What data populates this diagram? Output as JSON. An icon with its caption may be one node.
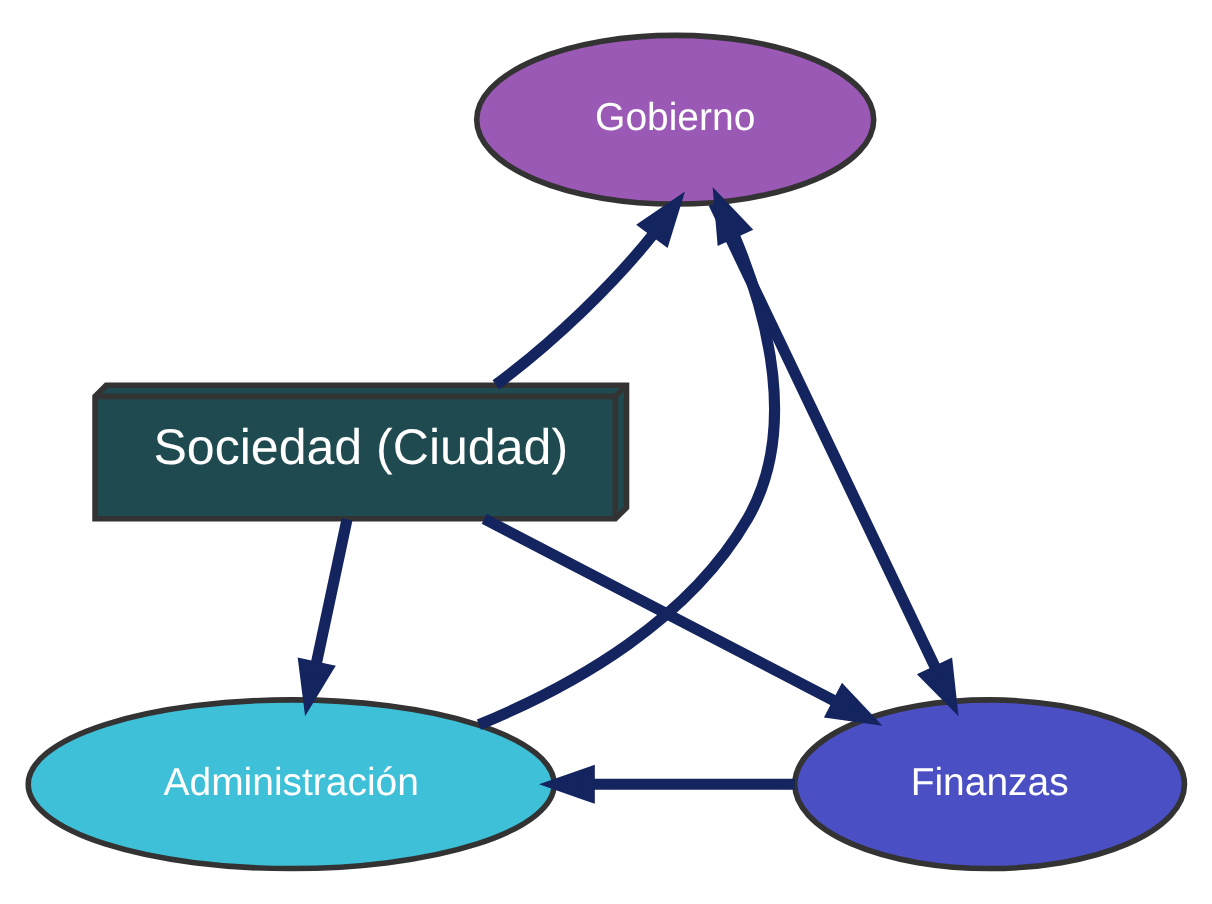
{
  "diagram": {
    "nodes": [
      {
        "text": [
          "Gobierno"
        ]
      },
      {
        "text": [
          "Sociedad (Ciudad)"
        ]
      },
      {
        "text": [
          "Administración"
        ]
      },
      {
        "text": [
          "Finanzas"
        ]
      }
    ],
    "edges": [
      {
        "from": 1,
        "to": 0,
        "arrow": "to"
      },
      {
        "from": 0,
        "to": 3,
        "arrow": "to"
      },
      {
        "from": 3,
        "to": 2,
        "arrow": "to"
      },
      {
        "from": 2,
        "to": 0,
        "arrow": "to"
      },
      {
        "from": 1,
        "to": 2,
        "arrow": "to"
      },
      {
        "from": 1,
        "to": 3,
        "arrow": "to"
      }
    ]
  }
}
